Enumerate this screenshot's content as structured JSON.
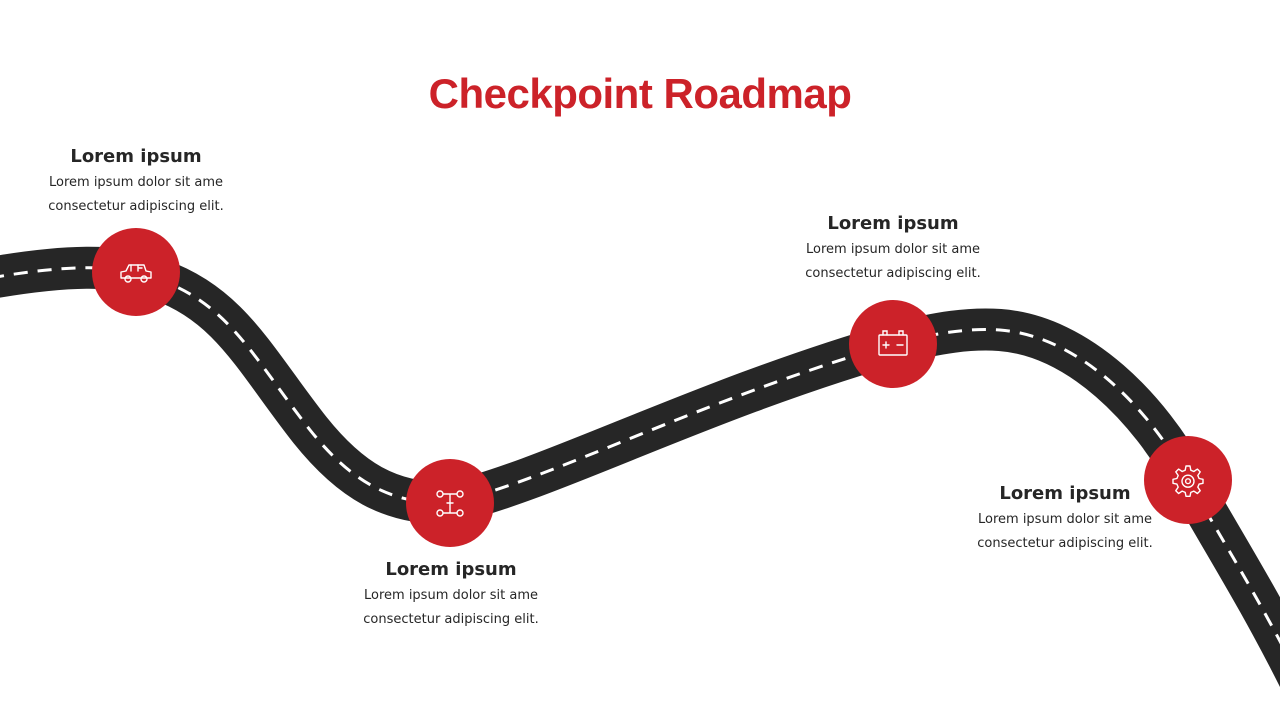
{
  "title": "Checkpoint Roadmap",
  "colors": {
    "accent": "#CC2229",
    "road": "#262626",
    "road_marking": "#ffffff",
    "text": "#262626"
  },
  "checkpoints": [
    {
      "icon": "car-icon",
      "title": "Lorem ipsum",
      "line1": "Lorem ipsum dolor sit ame",
      "line2": "consectetur adipiscing elit."
    },
    {
      "icon": "drivetrain-icon",
      "title": "Lorem ipsum",
      "line1": "Lorem ipsum dolor sit ame",
      "line2": "consectetur adipiscing elit."
    },
    {
      "icon": "battery-icon",
      "title": "Lorem ipsum",
      "line1": "Lorem ipsum dolor sit ame",
      "line2": "consectetur adipiscing elit."
    },
    {
      "icon": "gear-icon",
      "title": "Lorem ipsum",
      "line1": "Lorem ipsum dolor sit ame",
      "line2": "consectetur adipiscing elit."
    }
  ]
}
